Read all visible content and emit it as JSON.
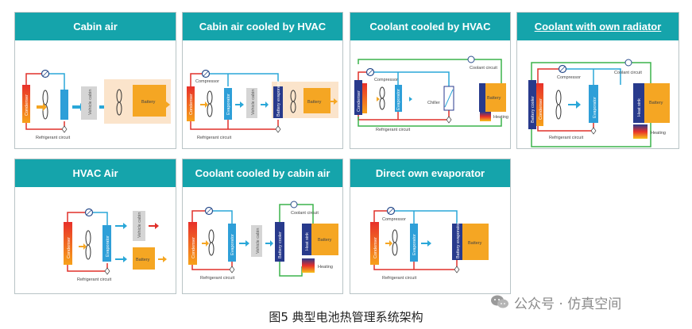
{
  "panels": [
    {
      "title": "Cabin air",
      "labels": {
        "condenser": "Condenser",
        "refrigerant": "Refrigerant circuit",
        "vehicle_cabin": "Vehicle cabin",
        "battery": "Battery"
      }
    },
    {
      "title": "Cabin air cooled by HVAC",
      "labels": {
        "condenser": "Condenser",
        "compressor": "Compressor",
        "refrigerant": "Refrigerant circuit",
        "evaporator": "Evaporator",
        "vehicle_cabin": "Vehicle cabin",
        "battery_evaporator": "Battery evaporator",
        "battery": "Battery"
      }
    },
    {
      "title": "Coolant cooled by HVAC",
      "labels": {
        "condenser": "Condenser",
        "compressor": "Compressor",
        "refrigerant": "Refrigerant circuit",
        "evaporator": "Evaporator",
        "chiller": "Chiller",
        "coolant": "Coolant circuit",
        "battery": "Battery",
        "heating": "Heating"
      }
    },
    {
      "title": "Coolant with own radiator",
      "underline": true,
      "labels": {
        "battery_cooler": "Battery cooler",
        "condenser": "Condenser",
        "compressor": "Compressor",
        "refrigerant": "Refrigerant circuit",
        "evaporator": "Evaporator",
        "coolant": "Coolant circuit",
        "heat_sink": "Heat sink",
        "battery": "Battery",
        "heating": "Heating"
      }
    },
    {
      "title": "HVAC Air",
      "labels": {
        "condenser": "Condenser",
        "refrigerant": "Refrigerant circuit",
        "evaporator": "Evaporator",
        "vehicle_cabin": "Vehicle cabin",
        "battery": "Battery"
      }
    },
    {
      "title": "Coolant cooled by cabin air",
      "labels": {
        "condenser": "Condenser",
        "refrigerant": "Refrigerant circuit",
        "evaporator": "Evaporator",
        "vehicle_cabin": "Vehicle cabin",
        "battery_cooler": "Battery cooler",
        "coolant": "Coolant circuit",
        "heat_sink": "Heat sink",
        "battery": "Battery",
        "heating": "Heating"
      }
    },
    {
      "title": "Direct own evaporator",
      "labels": {
        "condenser": "Condenser",
        "compressor": "Compressor",
        "refrigerant": "Refrigerant circuit",
        "evaporator": "Evaporator",
        "battery_evaporator": "Battery evaporator",
        "battery": "Battery"
      }
    }
  ],
  "caption": "图5   典型电池热管理系统架构",
  "watermark": "公众号 · 仿真空间",
  "colors": {
    "header": "#15a4ab",
    "condenser": "#e8502a",
    "evaporator": "#2e9fd8",
    "cabin": "#d5d5d5",
    "battery": "#f5a623",
    "heat_sink": "#283a8c",
    "refrigerant_hot": "#e0302a",
    "refrigerant_cold": "#2aa7d8",
    "coolant": "#3cb44b"
  }
}
